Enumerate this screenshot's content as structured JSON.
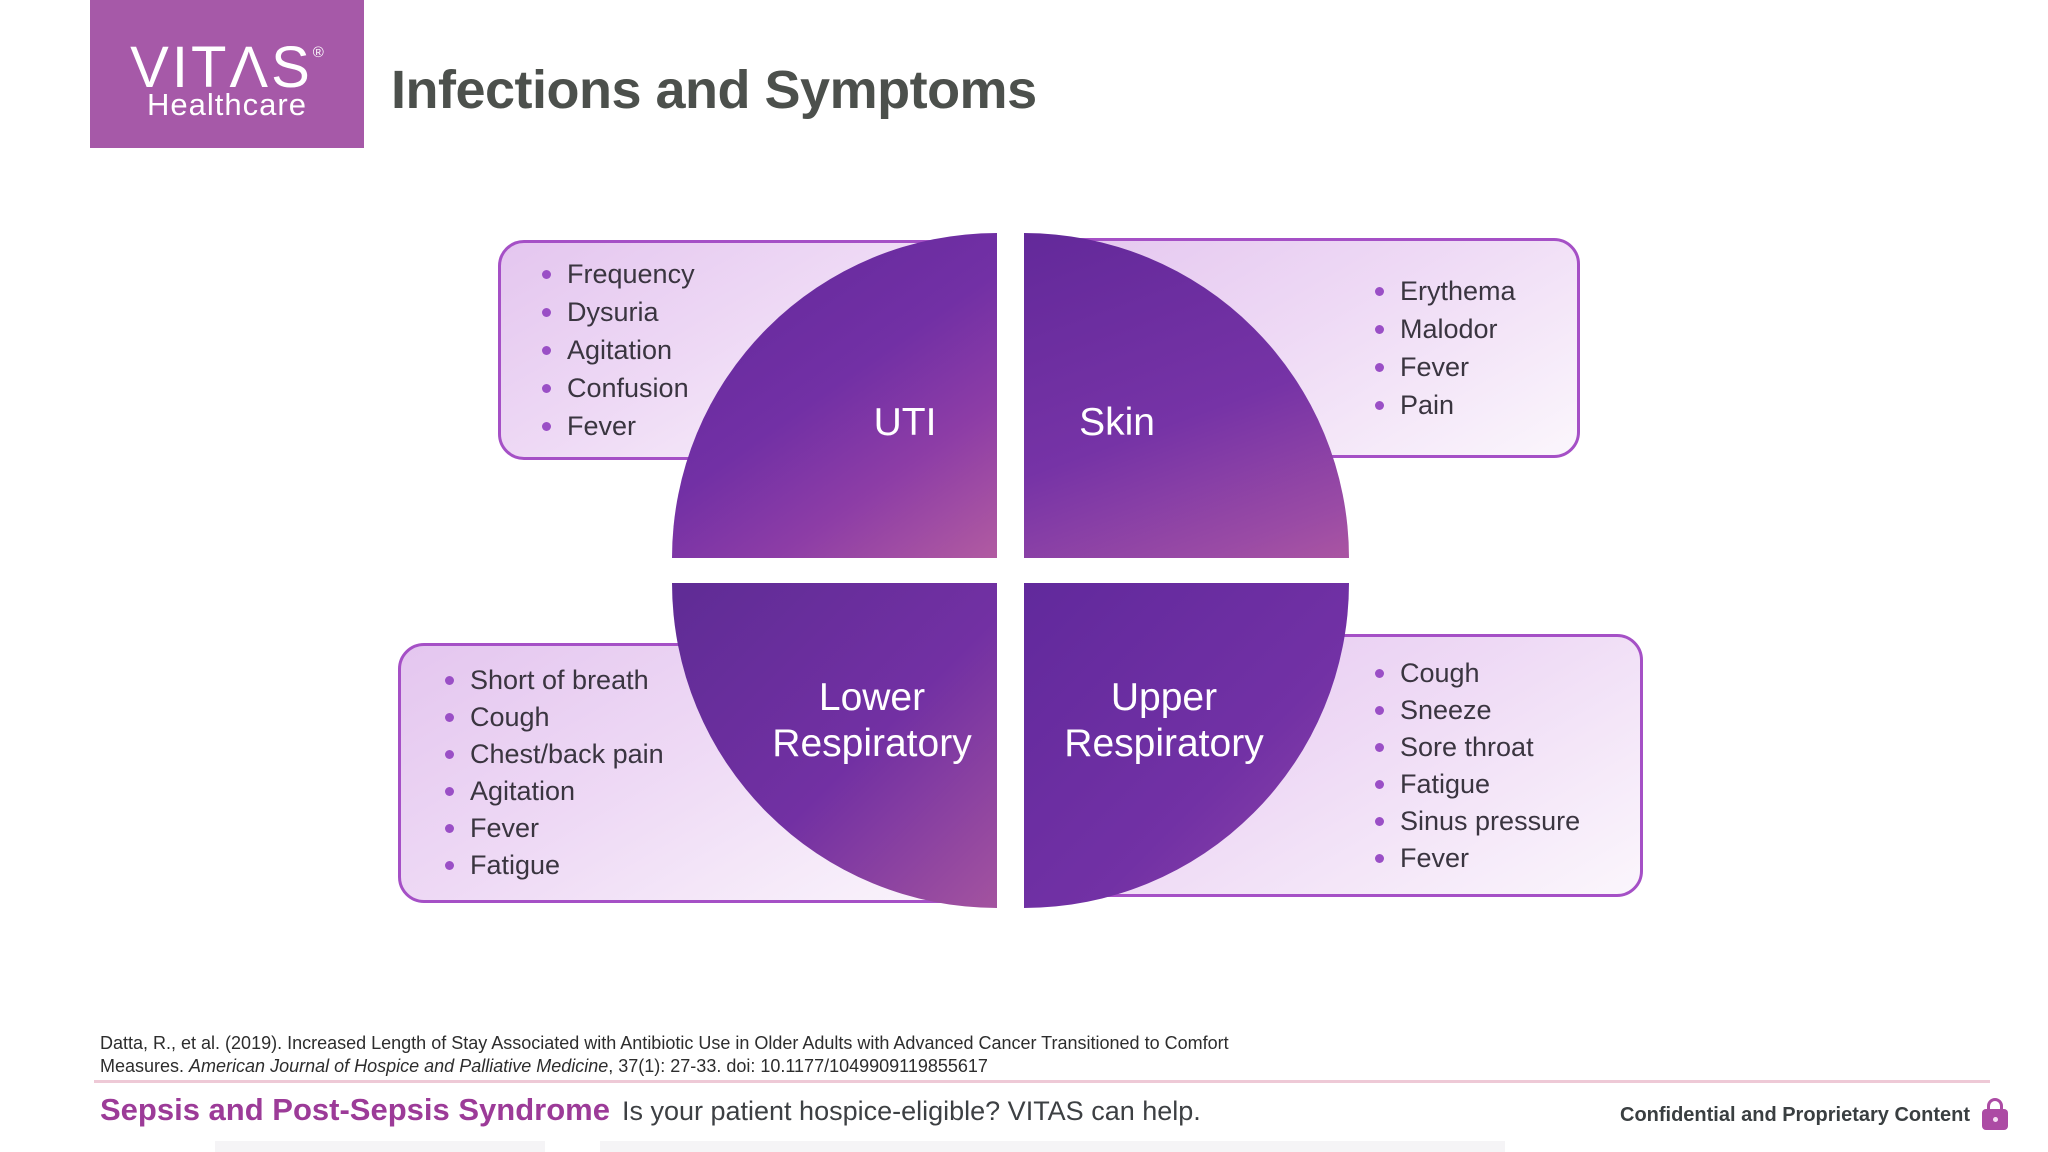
{
  "header": {
    "logo": {
      "brand": "VITΛS",
      "registered": "®",
      "tagline": "Healthcare"
    },
    "title": "Infections and Symptoms"
  },
  "diagram": {
    "quadrants": [
      {
        "key": "uti",
        "label": "UTI",
        "symptoms": [
          "Frequency",
          "Dysuria",
          "Agitation",
          "Confusion",
          "Fever"
        ]
      },
      {
        "key": "skin",
        "label": "Skin",
        "symptoms": [
          "Erythema",
          "Malodor",
          "Fever",
          "Pain"
        ]
      },
      {
        "key": "lower",
        "label": "Lower Respiratory",
        "symptoms": [
          "Short of breath",
          "Cough",
          "Chest/back pain",
          "Agitation",
          "Fever",
          "Fatigue"
        ]
      },
      {
        "key": "upper",
        "label": "Upper Respiratory",
        "symptoms": [
          "Cough",
          "Sneeze",
          "Sore throat",
          "Fatigue",
          "Sinus pressure",
          "Fever"
        ]
      }
    ]
  },
  "citation": {
    "line1": "Datta, R., et al. (2019). Increased Length of Stay Associated with Antibiotic Use in Older Adults with Advanced Cancer Transitioned to Comfort",
    "line2_prefix": "Measures. ",
    "line2_italic": "American Journal of Hospice and Palliative Medicine",
    "line2_suffix": ", 37(1): 27-33. doi: 10.1177/1049909119855617"
  },
  "footer": {
    "highlight": "Sepsis and Post-Sepsis Syndrome",
    "message": "Is your patient hospice-eligible? VITAS can help.",
    "confidential": "Confidential and Proprietary Content"
  },
  "colors": {
    "brand_purple": "#a659a8",
    "quarter_deep_violet": "#61289a",
    "quarter_mauve": "#b15ba1",
    "box_border": "#a550c6",
    "box_fill": "#e4c6ef",
    "bullet": "#9a4fc6",
    "title_gray": "#4c504c",
    "footer_magenta": "#9c3b98",
    "separator_pink": "#eec9d6",
    "lock_magenta": "#ac4ba4"
  }
}
